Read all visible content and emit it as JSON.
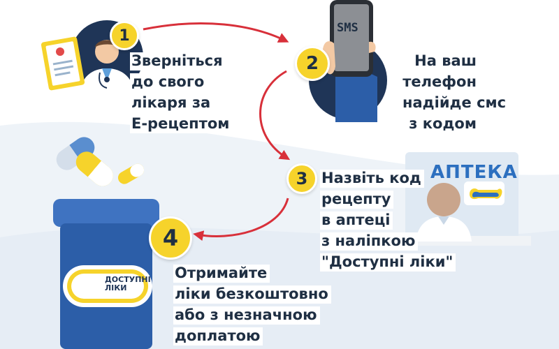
{
  "steps": [
    {
      "number": "1",
      "lines": [
        "Зверніться",
        "до свого",
        "лікаря за",
        "Е-рецептом"
      ]
    },
    {
      "number": "2",
      "lines": [
        "На ваш",
        "телефон",
        "надійде смс",
        "з кодом"
      ]
    },
    {
      "number": "3",
      "lines": [
        "Назвіть код",
        "рецепту",
        "в аптеці",
        "з наліпкою",
        "\"Доступні ліки\""
      ]
    },
    {
      "number": "4",
      "lines": [
        "Отримайте",
        "ліки безкоштовно",
        "або з незначною",
        "доплатою"
      ]
    }
  ],
  "phone_screen_text": "SMS",
  "pharmacy_sign": "АПТЕКА",
  "jar_label": {
    "line1": "ДОСТУПНІ",
    "line2": "ЛІКИ"
  },
  "colors": {
    "accent_yellow": "#f6d32b",
    "arrow_red": "#d8303a",
    "brand_blue": "#2c6fbf",
    "dark_navy": "#1f3557",
    "text": "#1f2f43"
  }
}
